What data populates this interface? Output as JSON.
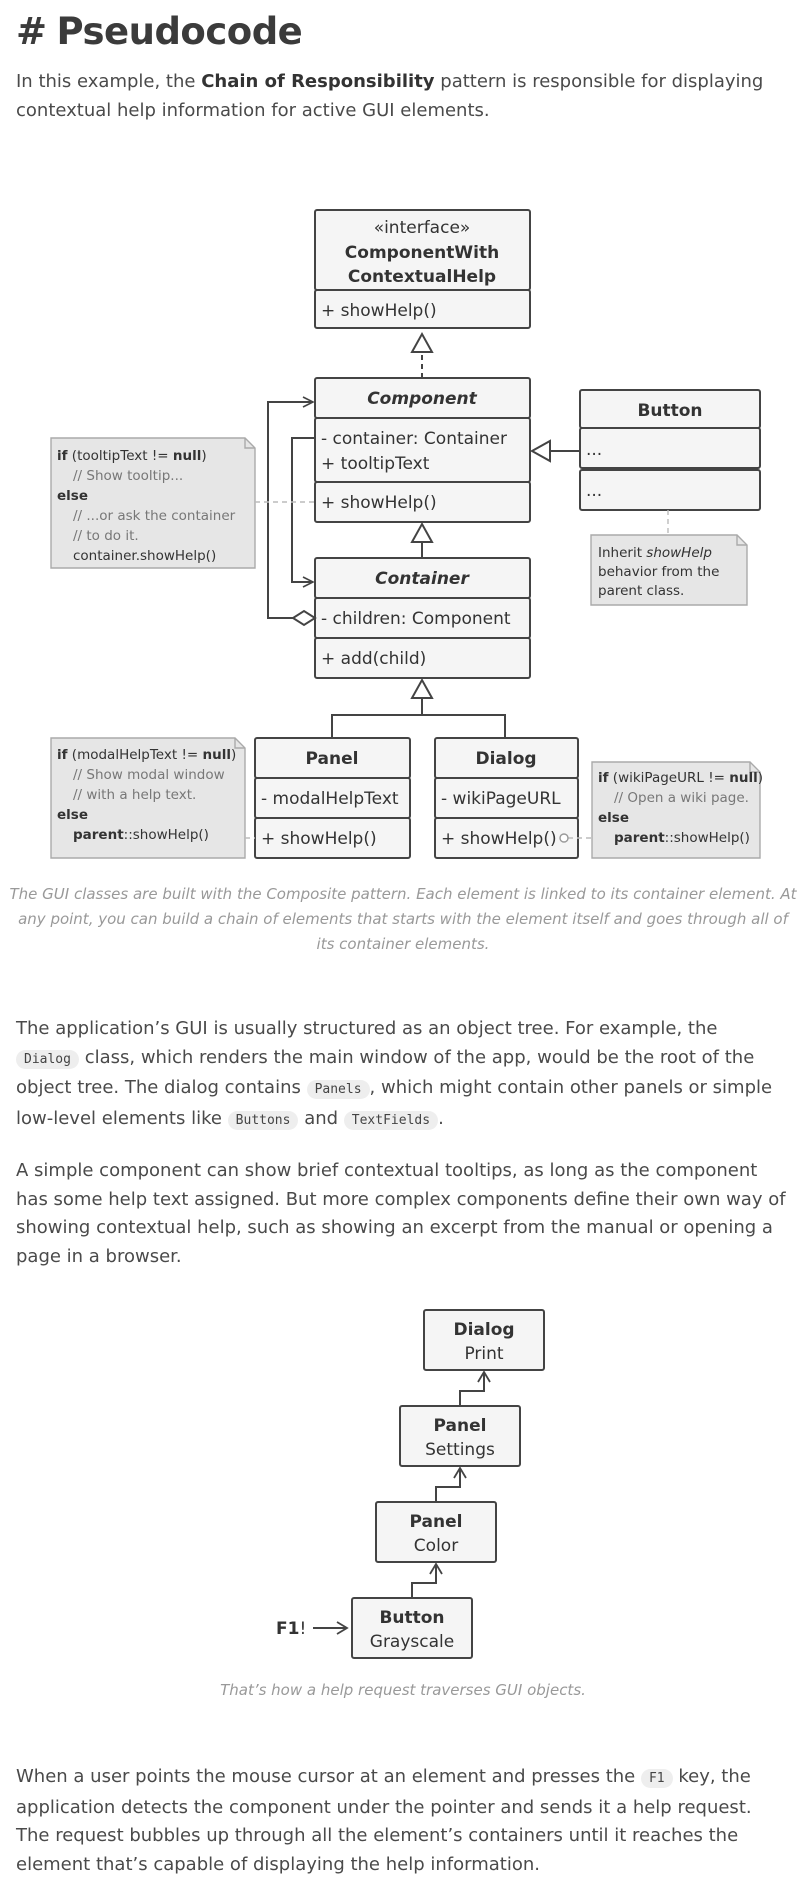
{
  "heading": {
    "hash": "#",
    "title": "Pseudocode"
  },
  "intro": {
    "before": "In this example, the ",
    "bold": "Chain of Responsibility",
    "after": " pattern is responsible for displaying contextual help information for active GUI elements."
  },
  "uml": {
    "interface": {
      "stereotype": "«interface»",
      "name_line1": "ComponentWith",
      "name_line2": "ContextualHelp",
      "method": "+ showHelp()"
    },
    "component": {
      "name": "Component",
      "field1": "- container: Container",
      "field2": "+ tooltipText",
      "method": "+ showHelp()"
    },
    "button": {
      "name": "Button",
      "row1": "...",
      "row2": "..."
    },
    "container": {
      "name": "Container",
      "field": "- children: Component",
      "method": "+ add(child)"
    },
    "panel": {
      "name": "Panel",
      "field": "- modalHelpText",
      "method": "+ showHelp()"
    },
    "dialog": {
      "name": "Dialog",
      "field": "- wikiPageURL",
      "method": "+ showHelp()"
    },
    "note_component": {
      "l1_kw": "if",
      "l1_rest": " (tooltipText != ",
      "l1_null": "null",
      "l1_end": ")",
      "l2": "// Show tooltip...",
      "l3": "else",
      "l4": "// ...or ask the container",
      "l5": "// to do it.",
      "l6": "container.showHelp()"
    },
    "note_button": {
      "l1": "Inherit ",
      "l1_em": "showHelp",
      "l2": "behavior from the",
      "l3": "parent class."
    },
    "note_panel": {
      "l1_kw": "if",
      "l1_rest": " (modalHelpText != ",
      "l1_null": "null",
      "l1_end": ")",
      "l2": "// Show modal window",
      "l3": "// with a help text.",
      "l4": "else",
      "l5_kw": "parent",
      "l5_rest": "::showHelp()"
    },
    "note_dialog": {
      "l1_kw": "if",
      "l1_rest": " (wikiPageURL != ",
      "l1_null": "null",
      "l1_end": ")",
      "l2": "// Open a wiki page.",
      "l3": "else",
      "l4_kw": "parent",
      "l4_rest": "::showHelp()"
    }
  },
  "caption1": "The GUI classes are built with the Composite pattern. Each element is linked to its container element. At any point, you can build a chain of elements that starts with the element itself and goes through all of its container elements.",
  "para2": {
    "t1": "The application’s GUI is usually structured as an object tree. For example, the ",
    "c1": "Dialog",
    "t2": " class, which renders the main window of the app, would be the root of the object tree. The dialog contains ",
    "c2": "Panels",
    "t3": ", which might contain other panels or simple low-level elements like ",
    "c3": "Buttons",
    "t4": " and ",
    "c4": "TextFields",
    "t5": "."
  },
  "para3": "A simple component can show brief contextual tooltips, as long as the component has some help text assigned. But more complex components define their own way of showing contextual help, such as showing an excerpt from the manual or opening a page in a browser.",
  "chain": {
    "dialog": {
      "type": "Dialog",
      "name": "Print"
    },
    "panel_settings": {
      "type": "Panel",
      "name": "Settings"
    },
    "panel_color": {
      "type": "Panel",
      "name": "Color"
    },
    "button": {
      "type": "Button",
      "name": "Grayscale"
    },
    "key_bold": "F1",
    "key_mark": "!"
  },
  "caption2": "That’s how a help request traverses GUI objects.",
  "para4": {
    "t1": "When a user points the mouse cursor at an element and presses the ",
    "c1": "F1",
    "t2": " key, the application detects the component under the pointer and sends it a help request. The request bubbles up through all the element’s containers until it reaches the element that’s capable of displaying the help information."
  }
}
